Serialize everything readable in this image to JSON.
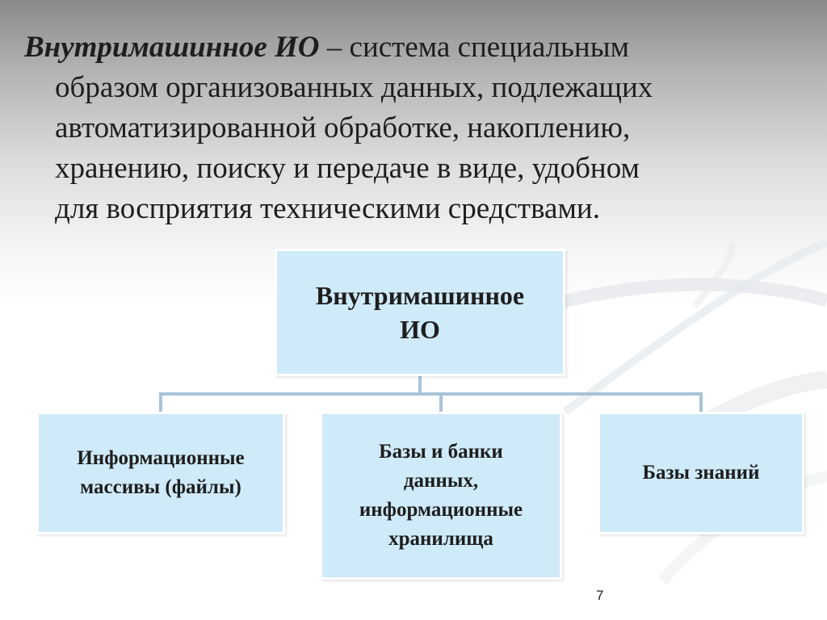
{
  "definition": {
    "term": "Внутримашинное ИО",
    "first_line_rest": " – система специальным",
    "lines": [
      "образом организованных данных, подлежащих",
      "автоматизированной обработке, накоплению,",
      "хранению, поиску и передаче в виде, удобном",
      "для восприятия техническими средствами."
    ]
  },
  "diagram": {
    "root": "Внутримашинное\nИО",
    "children": [
      "Информационные\nмассивы (файлы)",
      "Базы и банки\nданных,\nинформационные\nхранилища",
      "Базы знаний"
    ],
    "colors": {
      "box_fill": "#cfeaf8",
      "connector": "#a9c4d8"
    }
  },
  "page_number": "7"
}
